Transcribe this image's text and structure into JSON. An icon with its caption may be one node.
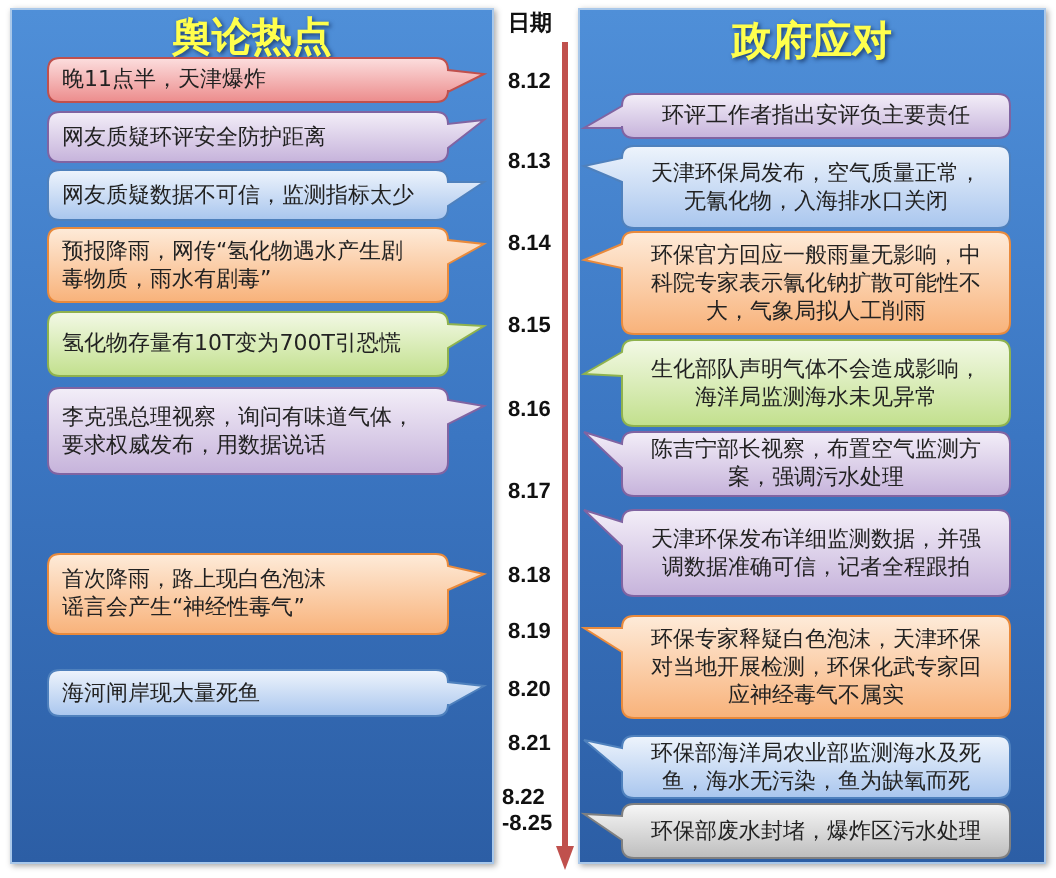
{
  "diagram": {
    "nodes": [
      {
        "text": [
          "舆论热点"
        ]
      },
      {
        "text": [
          "晚11点半，天津爆炸"
        ],
        "in": 0
      },
      {
        "text": [
          "网友质疑环评安全防护距离"
        ],
        "in": 0
      },
      {
        "text": [
          "网友质疑数据不可信，监测指标太少"
        ],
        "in": 0
      },
      {
        "text": [
          "预报降雨，网传“氢化物遇水产生剧毒物质，雨水有剧毒”"
        ],
        "in": 0
      },
      {
        "text": [
          "氢化物存量有10T变为700T引恐慌"
        ],
        "in": 0
      },
      {
        "text": [
          "李克强总理视察，询问有味道气体，要求权威发布，用数据说话"
        ],
        "in": 0
      },
      {
        "text": [
          "首次降雨，路上现白色泡沫谣言会产生“神经性毒气”"
        ],
        "in": 0
      },
      {
        "text": [
          "海河闸岸现大量死鱼"
        ],
        "in": 0
      },
      {
        "text": [
          "政府应对"
        ]
      },
      {
        "text": [
          "环评工作者指出安评负主要责任"
        ],
        "in": 9
      },
      {
        "text": [
          "天津环保局发布，空气质量正常，无氰化物，入海排水口关闭"
        ],
        "in": 9
      },
      {
        "text": [
          "环保官方回应一般雨量无影响，中科院专家表示氰化钠扩散可能性不大，气象局拟人工削雨"
        ],
        "in": 9
      },
      {
        "text": [
          "生化部队声明气体不会造成影响，海洋局监测海水未见异常"
        ],
        "in": 9
      },
      {
        "text": [
          "陈吉宁部长视察，布置空气监测方案，强调污水处理"
        ],
        "in": 9
      },
      {
        "text": [
          "天津环保发布详细监测数据，并强调数据准确可信，记者全程跟拍"
        ],
        "in": 9
      },
      {
        "text": [
          "环保专家释疑白色泡沫，天津环保对当地开展检测，环保化武专家回应神经毒气不属实"
        ],
        "in": 9
      },
      {
        "text": [
          "环保部海洋局农业部监测海水及死鱼，海水无污染，鱼为缺氧而死"
        ],
        "in": 9
      },
      {
        "text": [
          "环保部废水封堵，爆炸区污水处理"
        ],
        "in": 9
      }
    ],
    "labels": [
      "日期",
      "8.12",
      "8.13",
      "8.14",
      "8.15",
      "8.16",
      "8.17",
      "8.18",
      "8.19",
      "8.20",
      "8.21",
      "8.22 -8.25"
    ]
  }
}
